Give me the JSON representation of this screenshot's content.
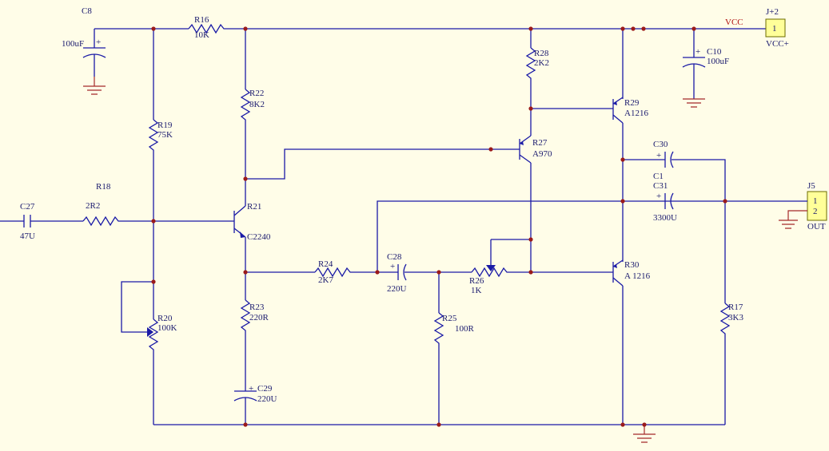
{
  "labels": {
    "c8": "C8",
    "c8v": "100uF",
    "plus": "+",
    "r16": "R16",
    "r16v": "10K",
    "vcc": "VCC",
    "j2": "J+2",
    "j2pin": "1",
    "j2net": "VCC+",
    "c10": "C10",
    "c10v": "100uF",
    "r28": "R28",
    "r28v": "2K2",
    "r29": "R29",
    "r29v": "A1216",
    "r22": "R22",
    "r22v": "8K2",
    "r19": "R19",
    "r19v": "75K",
    "r27": "R27",
    "r27v": "A970",
    "c30": "C30",
    "c1": "C1",
    "c31": "C31",
    "c31v": "3300U",
    "j5": "J5",
    "j5p1": "1",
    "j5p2": "2",
    "out": "OUT",
    "c27": "C27",
    "c27v": "47U",
    "r18": "R18",
    "r18v": "2R2",
    "r21": "R21",
    "r21v": "C2240",
    "r24": "R24",
    "r24v": "2K7",
    "c28": "C28",
    "c28v": "220U",
    "r26": "R26",
    "r26v": "1K",
    "r30": "R30",
    "r30v": "A 1216",
    "r20": "R20",
    "r20v": "100K",
    "r23": "R23",
    "r23v": "220R",
    "r25": "R25",
    "r25v": "100R",
    "r17": "R17",
    "r17v": "3K3",
    "c29": "C29",
    "c29v": "220U"
  },
  "colors": {
    "background": "#fffde8",
    "wire": "#1a1aa6",
    "power": "#a52a2a",
    "junction": "#9b1a1a",
    "connector": "#ffff99"
  }
}
